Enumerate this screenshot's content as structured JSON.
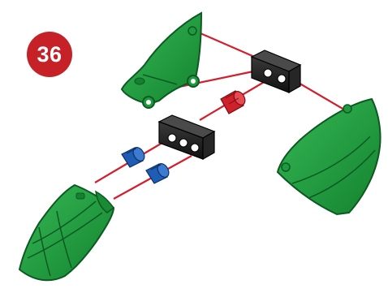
{
  "step": {
    "number": "36"
  },
  "colors": {
    "badge": "#c62127",
    "part_green": "#1f9a3e",
    "part_green_dark": "#0f6b27",
    "connector_black": "#1e1e1e",
    "pin_red": "#d0202a",
    "pin_blue": "#1f5db4",
    "guide_line": "#d41e2c"
  },
  "parts": [
    {
      "name": "green-wing-top",
      "color": "green"
    },
    {
      "name": "green-wing-right",
      "color": "green"
    },
    {
      "name": "green-wing-bottom-left",
      "color": "green"
    },
    {
      "name": "black-connector-double",
      "color": "black"
    },
    {
      "name": "black-connector-triple",
      "color": "black"
    },
    {
      "name": "red-pin",
      "color": "red",
      "count": 1
    },
    {
      "name": "blue-pin",
      "color": "blue",
      "count": 2
    }
  ]
}
